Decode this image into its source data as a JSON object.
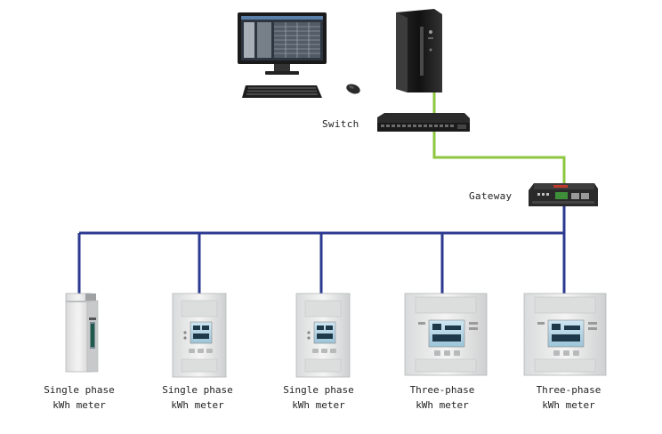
{
  "labels": {
    "switch": "Switch",
    "gateway": "Gateway"
  },
  "meters": [
    {
      "line1": "Single phase",
      "line2": "kWh meter"
    },
    {
      "line1": "Single phase",
      "line2": "kWh meter"
    },
    {
      "line1": "Single phase",
      "line2": "kWh meter"
    },
    {
      "line1": "Three-phase",
      "line2": "kWh meter"
    },
    {
      "line1": "Three-phase",
      "line2": "kWh meter"
    }
  ],
  "colors": {
    "ethernet": "#8dc63f",
    "rs485": "#2b3990"
  }
}
